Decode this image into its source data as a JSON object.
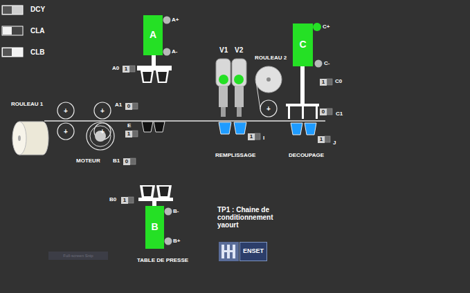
{
  "diagram": {
    "nodes": [
      {
        "text": [
          "A"
        ]
      },
      {
        "text": [
          "C"
        ]
      },
      {
        "text": [
          "1"
        ]
      },
      {
        "text": [
          "1"
        ]
      },
      {
        "text": [
          "0"
        ]
      },
      {
        "text": [
          "0"
        ]
      },
      {
        "text": [
          "1"
        ]
      },
      {
        "text": [
          "1"
        ]
      },
      {
        "text": [
          "1"
        ]
      },
      {
        "text": [
          "0"
        ]
      },
      {
        "text": [
          "1"
        ]
      },
      {
        "text": [
          "B"
        ]
      },
      {
        "text": [
          "ENSET"
        ]
      },
      {
        "text": [
          "Full-screen Snip"
        ]
      }
    ],
    "labels": [
      "DCY",
      "CLA",
      "CLB",
      "A+",
      "A-",
      "A0",
      "ROULEAU 1",
      "+",
      "+",
      "+",
      "+",
      "A1",
      "E",
      "MOTEUR",
      "B1",
      "V1",
      "V2",
      "ROULEAU 2",
      "+",
      "I",
      "REMPLISSAGE",
      "C+",
      "C-",
      "C0",
      "C1",
      "J",
      "DECOUPAGE",
      "B0",
      "B-",
      "B+",
      "TABLE DE PRESSE",
      "TP1 : Chaine de conditionnement yaourt"
    ]
  }
}
